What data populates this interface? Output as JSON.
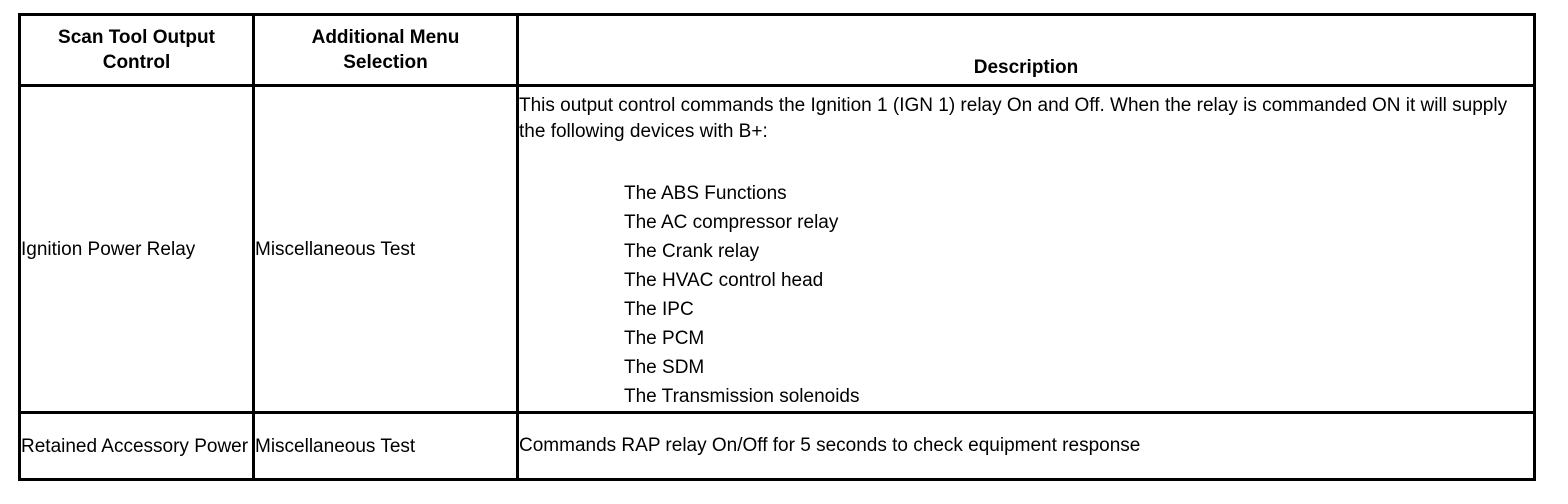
{
  "table": {
    "headers": [
      {
        "id": "scan-tool-output-control",
        "label": "Scan Tool Output\nControl"
      },
      {
        "id": "additional-menu-selection",
        "label": "Additional Menu\nSelection"
      },
      {
        "id": "description",
        "label": "Description"
      }
    ],
    "header_line1": {
      "control": "Scan Tool Output",
      "menu": "Additional Menu"
    },
    "header_line2": {
      "control": "Control",
      "menu": "Selection"
    },
    "header_description": "Description",
    "rows": [
      {
        "control": "Ignition Power Relay",
        "menu": "Miscellaneous Test",
        "description_intro": "This output control commands the Ignition 1 (IGN 1) relay On and Off. When the relay is commanded ON it will supply the following devices with B+:",
        "description_items": [
          "The ABS Functions",
          "The AC compressor relay",
          "The Crank relay",
          "The HVAC control head",
          "The IPC",
          "The PCM",
          "The SDM",
          "The Transmission solenoids"
        ]
      },
      {
        "control": "Retained Accessory Power",
        "menu": "Miscellaneous Test",
        "description_intro": "Commands RAP relay On/Off for 5 seconds to check equipment response",
        "description_items": []
      }
    ]
  },
  "colors": {
    "border": "#000000",
    "text": "#000000",
    "background": "#ffffff"
  }
}
